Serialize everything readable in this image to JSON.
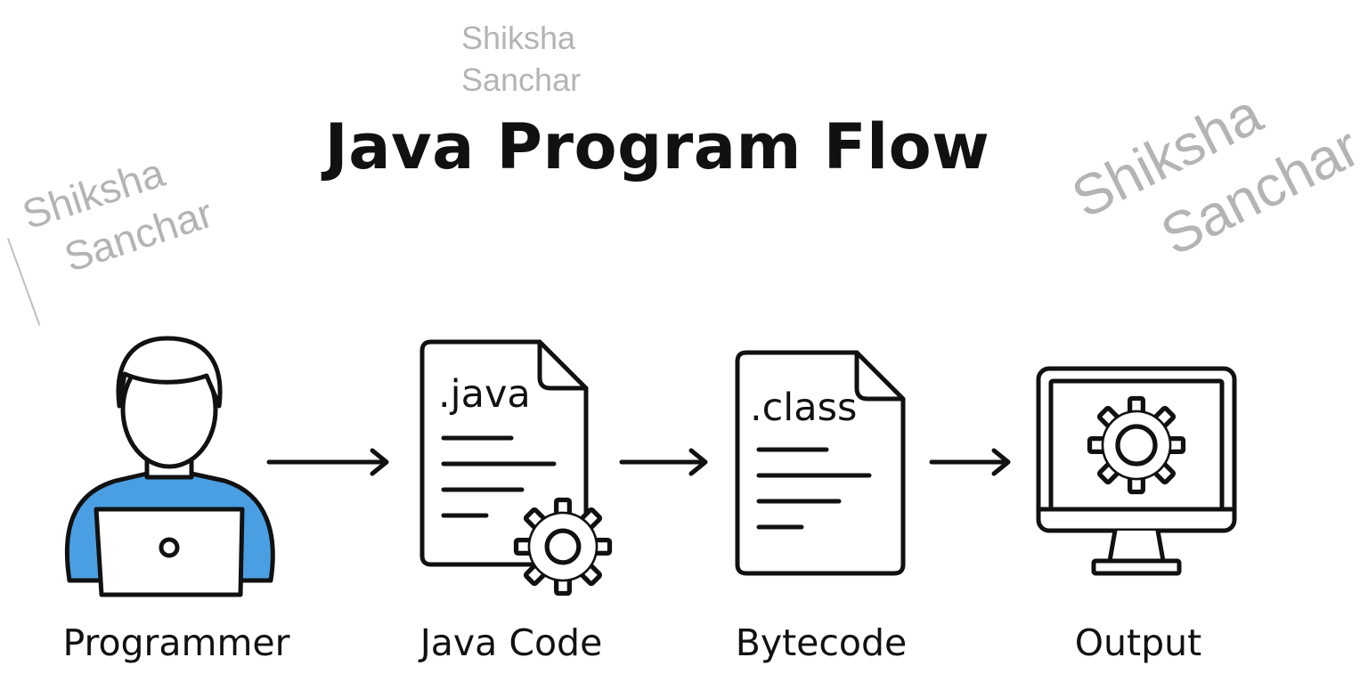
{
  "title": "Java Program Flow",
  "watermark": {
    "line1": "Shiksha",
    "line2": "Sanchar"
  },
  "steps": [
    {
      "label": "Programmer",
      "icon": "programmer-with-laptop-icon"
    },
    {
      "label": "Java Code",
      "icon": "java-file-with-gear-icon",
      "file_extension": ".java"
    },
    {
      "label": "Bytecode",
      "icon": "class-file-icon",
      "file_extension": ".class"
    },
    {
      "label": "Output",
      "icon": "monitor-with-gear-icon"
    }
  ],
  "colors": {
    "stroke": "#111111",
    "programmer_shirt": "#4a9fe3",
    "watermark": "#b4b4b4"
  }
}
